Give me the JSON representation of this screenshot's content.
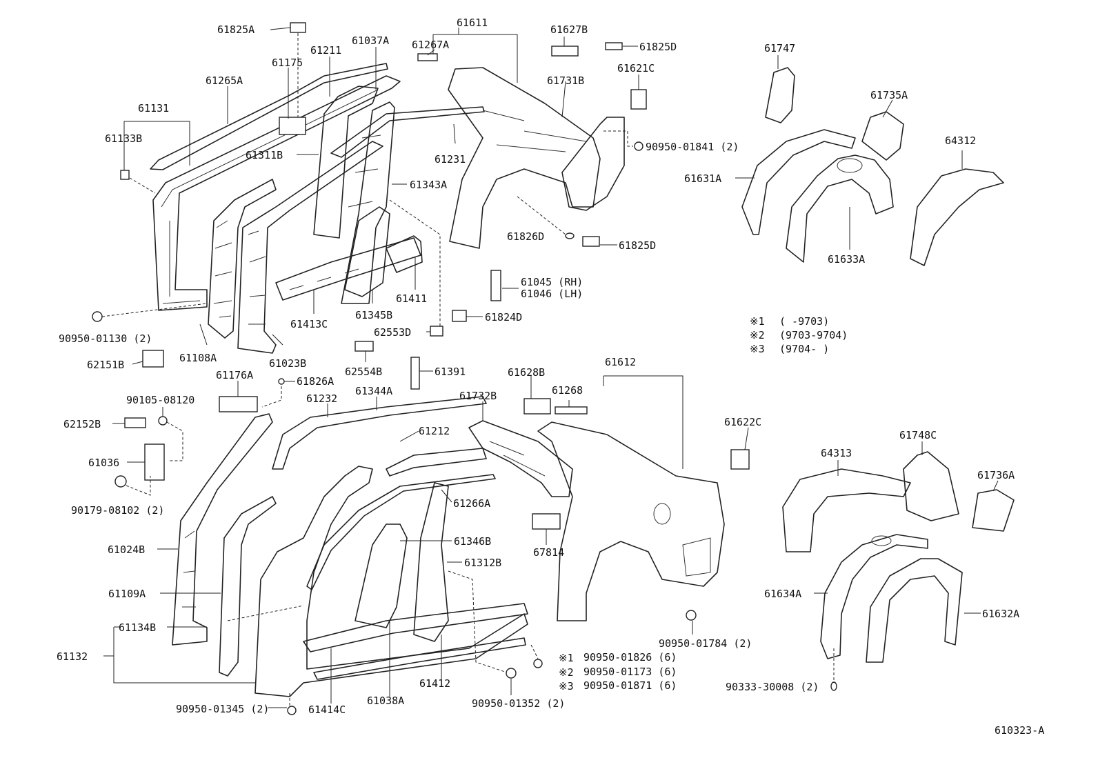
{
  "diagram_code": "610323-A",
  "legend": [
    {
      "mark": "※1",
      "range": "(        -9703)"
    },
    {
      "mark": "※2",
      "range": "(9703-9704)"
    },
    {
      "mark": "※3",
      "range": "(9704-        )"
    }
  ],
  "labels": [
    {
      "text": "61825A"
    },
    {
      "text": "61611"
    },
    {
      "text": "61627B"
    },
    {
      "text": "61211"
    },
    {
      "text": "61037A"
    },
    {
      "text": "61267A"
    },
    {
      "text": "61825D"
    },
    {
      "text": "61747"
    },
    {
      "text": "61175"
    },
    {
      "text": "61265A"
    },
    {
      "text": "61621C"
    },
    {
      "text": "61731B"
    },
    {
      "text": "61735A"
    },
    {
      "text": "61131"
    },
    {
      "text": "61133B"
    },
    {
      "text": "61311B"
    },
    {
      "text": "61231"
    },
    {
      "text": "90950-01841 (2)"
    },
    {
      "text": "64312"
    },
    {
      "text": "61343A"
    },
    {
      "text": "61631A"
    },
    {
      "text": "61826D"
    },
    {
      "text": "61825D"
    },
    {
      "text": "61633A"
    },
    {
      "text": "61045 (RH)"
    },
    {
      "text": "61046 (LH)"
    },
    {
      "text": "61411"
    },
    {
      "text": "61345B"
    },
    {
      "text": "61413C"
    },
    {
      "text": "61824D"
    },
    {
      "text": "90950-01130 (2)"
    },
    {
      "text": "62553D"
    },
    {
      "text": "61108A"
    },
    {
      "text": "62151B"
    },
    {
      "text": "61023B"
    },
    {
      "text": "62554B"
    },
    {
      "text": "61391"
    },
    {
      "text": "61612"
    },
    {
      "text": "61176A"
    },
    {
      "text": "61826A"
    },
    {
      "text": "61628B"
    },
    {
      "text": "61232"
    },
    {
      "text": "61344A"
    },
    {
      "text": "61268"
    },
    {
      "text": "61732B"
    },
    {
      "text": "90105-08120"
    },
    {
      "text": "62152B"
    },
    {
      "text": "61622C"
    },
    {
      "text": "61212"
    },
    {
      "text": "61748C"
    },
    {
      "text": "64313"
    },
    {
      "text": "61036"
    },
    {
      "text": "61736A"
    },
    {
      "text": "61266A"
    },
    {
      "text": "90179-08102 (2)"
    },
    {
      "text": "61346B"
    },
    {
      "text": "67814"
    },
    {
      "text": "61024B"
    },
    {
      "text": "61312B"
    },
    {
      "text": "61109A"
    },
    {
      "text": "61634A"
    },
    {
      "text": "61134B"
    },
    {
      "text": "61632A"
    },
    {
      "text": "61132"
    },
    {
      "text": "90950-01784 (2)"
    },
    {
      "text": "※1"
    },
    {
      "text": "90950-01826 (6)"
    },
    {
      "text": "※2"
    },
    {
      "text": "90950-01173 (6)"
    },
    {
      "text": "※3"
    },
    {
      "text": "90950-01871 (6)"
    },
    {
      "text": "61412"
    },
    {
      "text": "90333-30008 (2)"
    },
    {
      "text": "90950-01345 (2)"
    },
    {
      "text": "61414C"
    },
    {
      "text": "61038A"
    },
    {
      "text": "90950-01352 (2)"
    }
  ]
}
